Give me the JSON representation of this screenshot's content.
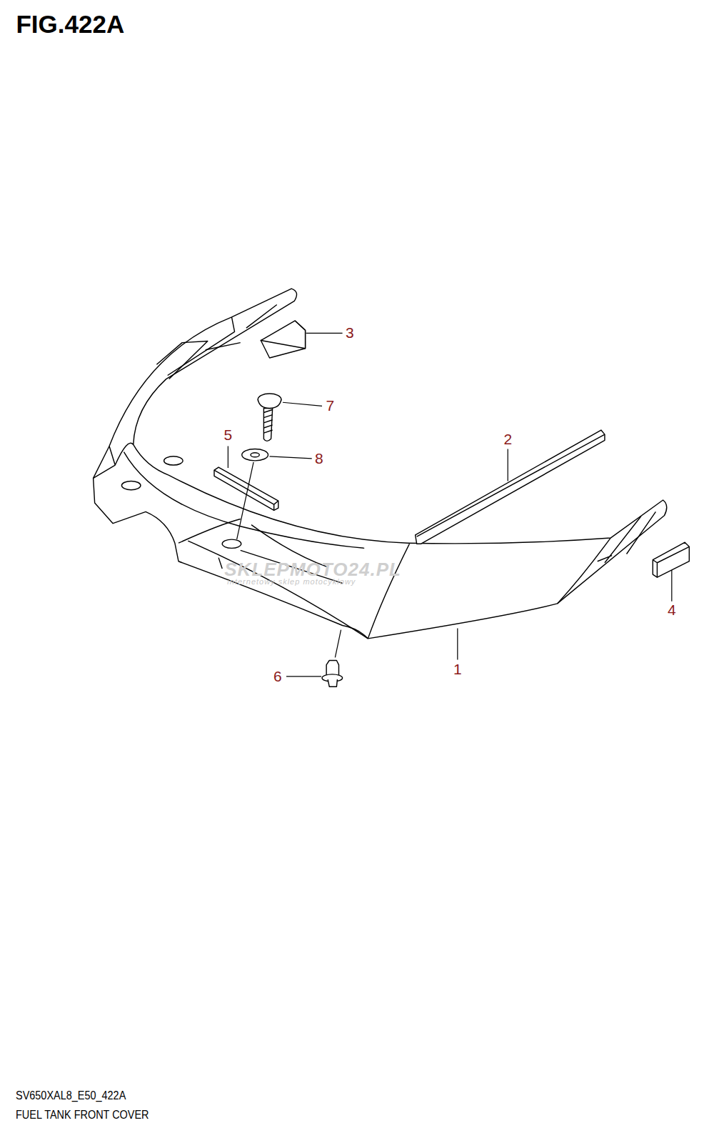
{
  "diagram": {
    "title": "FIG.422A",
    "caption": "FUEL TANK FRONT COVER",
    "labels": [
      "3",
      "7",
      "5",
      "8",
      "2",
      "4",
      "1",
      "6",
      "SKLEPMOTO24.PL",
      "internetowy sklep motocyklowy",
      "SV650XAL8_E50_422A"
    ]
  }
}
